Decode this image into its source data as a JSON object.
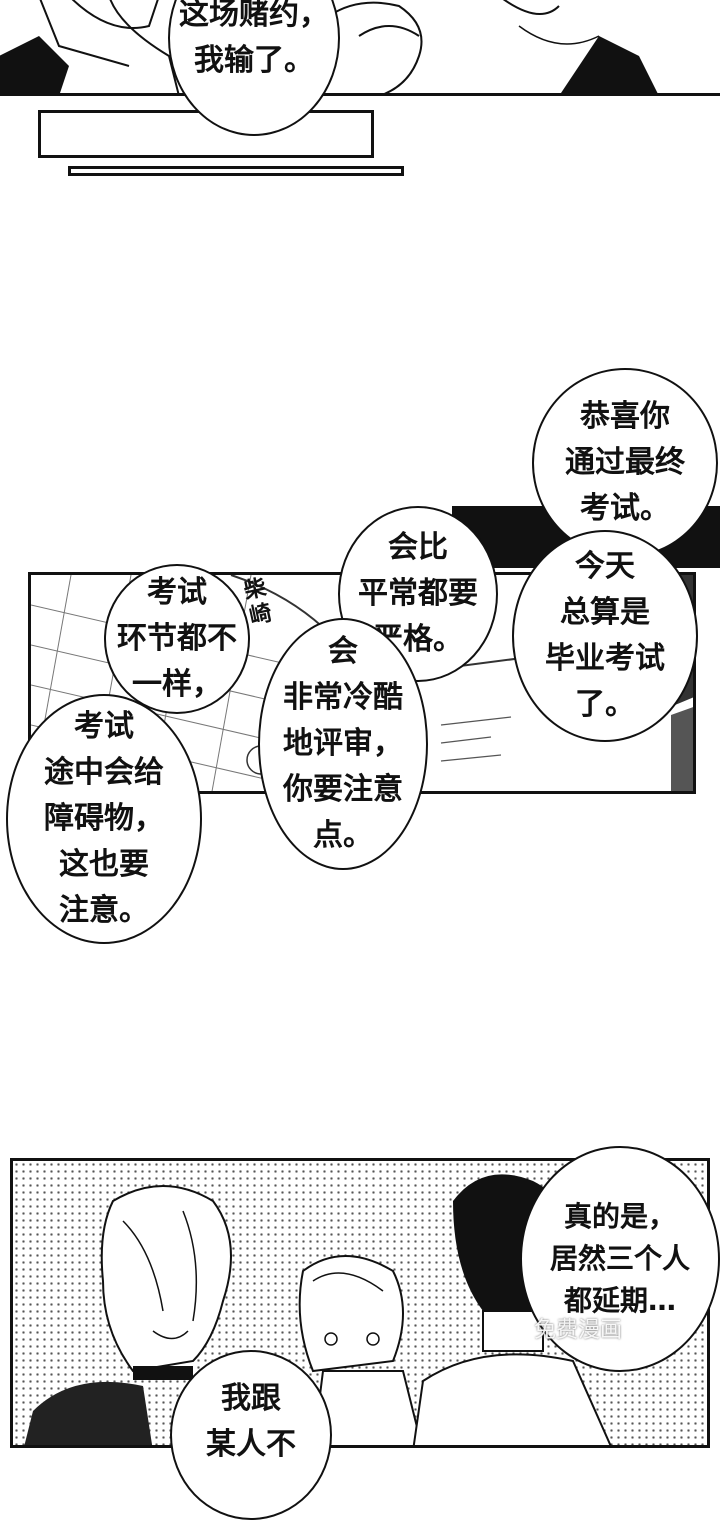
{
  "panel1": {
    "bubble_text": "这场赌约，\n我输了。"
  },
  "panel2": {
    "bubbles": [
      {
        "id": "congrats",
        "text": "恭喜你\n通过最终\n考试。"
      },
      {
        "id": "today",
        "text": "今天\n总算是\n毕业考试\n了。"
      },
      {
        "id": "strict",
        "text": "会比\n平常都要\n严格。"
      },
      {
        "id": "cold",
        "text": "会\n非常冷酷\n地评审，\n你要注意\n点。"
      },
      {
        "id": "different",
        "text": "考试\n环节都不\n一样，"
      },
      {
        "id": "obstacles",
        "text": "考试\n途中会给\n障碍物，\n这也要\n注意。"
      }
    ],
    "paper_name": "柴\n崎"
  },
  "panel3": {
    "bubbles": [
      {
        "id": "really",
        "text": "真的是，\n居然三个人\n都延期…"
      },
      {
        "id": "me_with",
        "text": "我跟\n某人不"
      }
    ]
  },
  "watermark": "免费漫画"
}
